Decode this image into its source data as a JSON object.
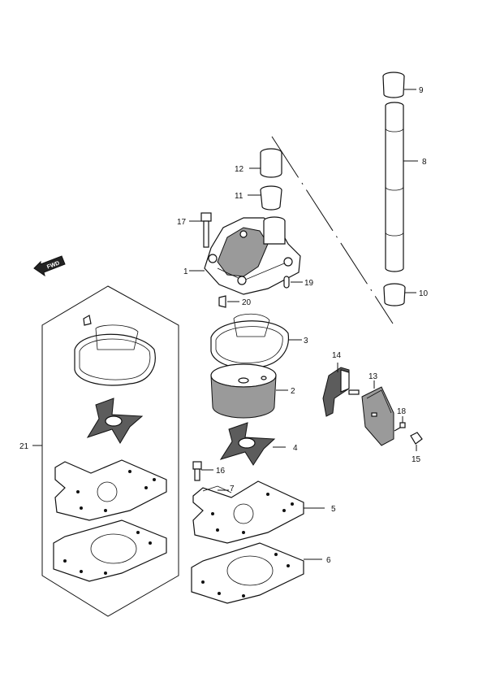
{
  "fwd_badge": "FWD",
  "callouts": {
    "p1": "1",
    "p2": "2",
    "p3": "3",
    "p4": "4",
    "p5": "5",
    "p6": "6",
    "p7": "7",
    "p8": "8",
    "p9": "9",
    "p10": "10",
    "p11": "11",
    "p12": "12",
    "p13": "13",
    "p14": "14",
    "p15": "15",
    "p16": "16",
    "p17": "17",
    "p18": "18",
    "p19": "19",
    "p20": "20",
    "p21": "21"
  }
}
